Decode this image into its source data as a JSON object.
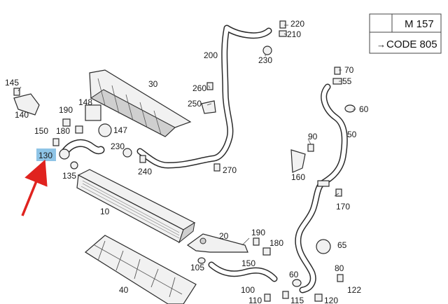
{
  "header": {
    "model": "M 157",
    "code": "CODE 805"
  },
  "highlight": {
    "part_number": "130",
    "color": "#8ec4e6",
    "arrow_color": "#e0231f"
  },
  "callouts": {
    "n220": "220",
    "n210": "210",
    "n230a": "230",
    "n200": "200",
    "n70": "70",
    "n55": "55",
    "n60a": "60",
    "n145": "145",
    "n140": "140",
    "n30": "30",
    "n260": "260",
    "n250": "250",
    "n190a": "190",
    "n148": "148",
    "n147": "147",
    "n180a": "180",
    "n150a": "150",
    "n230b": "230",
    "n240": "240",
    "n270": "270",
    "n90": "90",
    "n50": "50",
    "n135": "135",
    "n160": "160",
    "n170": "170",
    "n10": "10",
    "n20": "20",
    "n190b": "190",
    "n180b": "180",
    "n65": "65",
    "n105": "105",
    "n150b": "150",
    "n60b": "60",
    "n80": "80",
    "n40": "40",
    "n100": "100",
    "n122": "122",
    "n110": "110",
    "n115": "115",
    "n120": "120"
  }
}
